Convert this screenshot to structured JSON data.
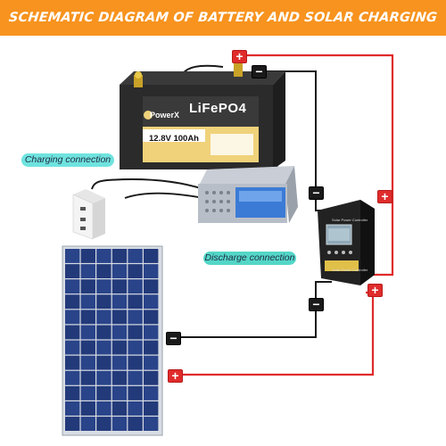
{
  "title": "SCHEMATIC DIAGRAM OF BATTERY AND SOLAR CHARGING",
  "labels": {
    "charging_connection": "Charging connection",
    "discharge_connection": "Discharge connection"
  },
  "battery": {
    "brand": "PowerX",
    "model": "LiFePO4",
    "capacity": "12.8V 100Ah"
  },
  "controller": {
    "title": "Solar Power Controller",
    "subtitle": "Solar Power Controller"
  },
  "terminals": {
    "positive": "+",
    "negative": "−"
  },
  "colors": {
    "banner": "#f7931e",
    "positive_wire": "#e02b2b",
    "negative_wire": "#1a1a1a",
    "charging_tag": "#6fe3de",
    "discharge_tag": "#54d6c7"
  }
}
